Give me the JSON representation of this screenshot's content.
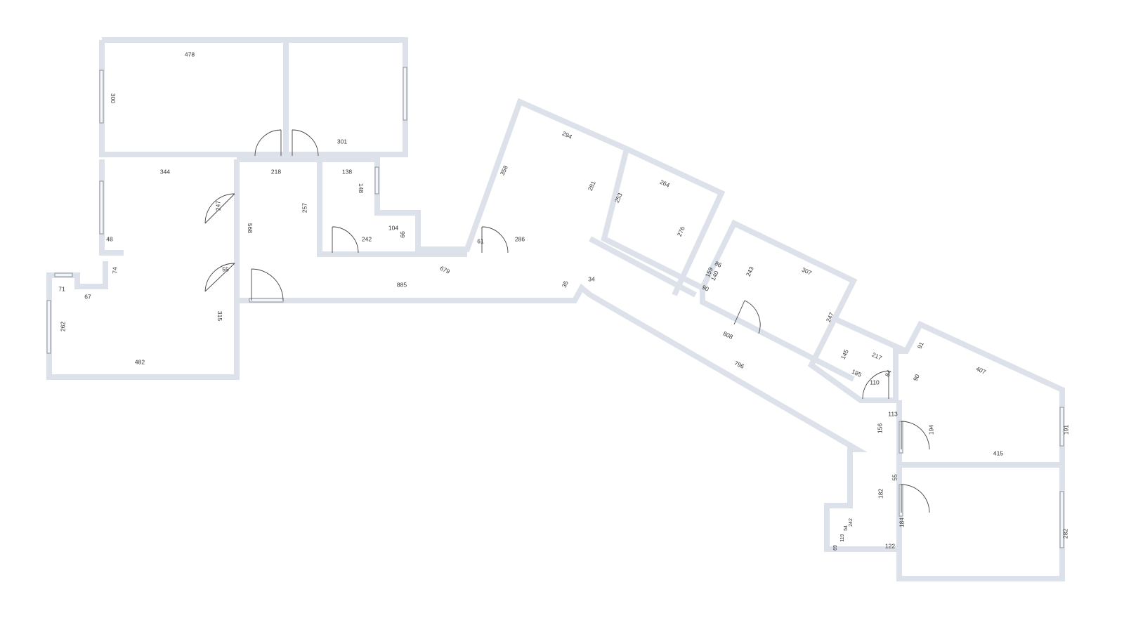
{
  "plan": {
    "wall_color": "#dde2ea",
    "dims": [
      "478",
      "300",
      "301",
      "344",
      "218",
      "138",
      "148",
      "247",
      "257",
      "568",
      "104",
      "99",
      "242",
      "48",
      "74",
      "55",
      "71",
      "67",
      "885",
      "262",
      "315",
      "482",
      "294",
      "358",
      "281",
      "264",
      "253",
      "276",
      "61",
      "286",
      "679",
      "35",
      "34",
      "86",
      "159",
      "140",
      "90",
      "243",
      "307",
      "247",
      "808",
      "796",
      "145",
      "217",
      "185",
      "110",
      "84",
      "91",
      "90",
      "407",
      "113",
      "156",
      "194",
      "191",
      "415",
      "55",
      "182",
      "184",
      "242",
      "54",
      "119",
      "69",
      "122",
      "282"
    ]
  }
}
